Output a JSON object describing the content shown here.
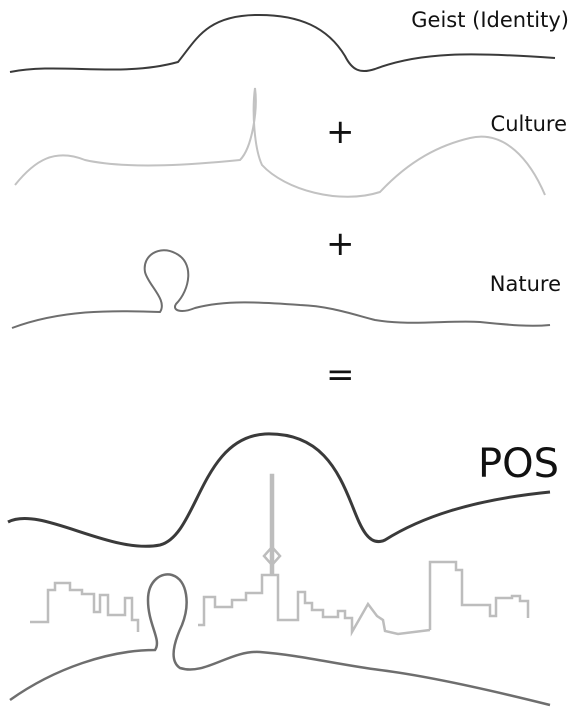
{
  "labels": {
    "geist": "Geist (Identity)",
    "culture": "Culture",
    "nature": "Nature",
    "result": "POS"
  },
  "operators": {
    "plus_1": "+",
    "plus_2": "+",
    "equals": "="
  },
  "colors": {
    "geist_line": "#3a3a3a",
    "culture_line": "#c2c2c2",
    "nature_line": "#6e6e6e",
    "skyline": "#bdbdbd",
    "text": "#111111"
  }
}
